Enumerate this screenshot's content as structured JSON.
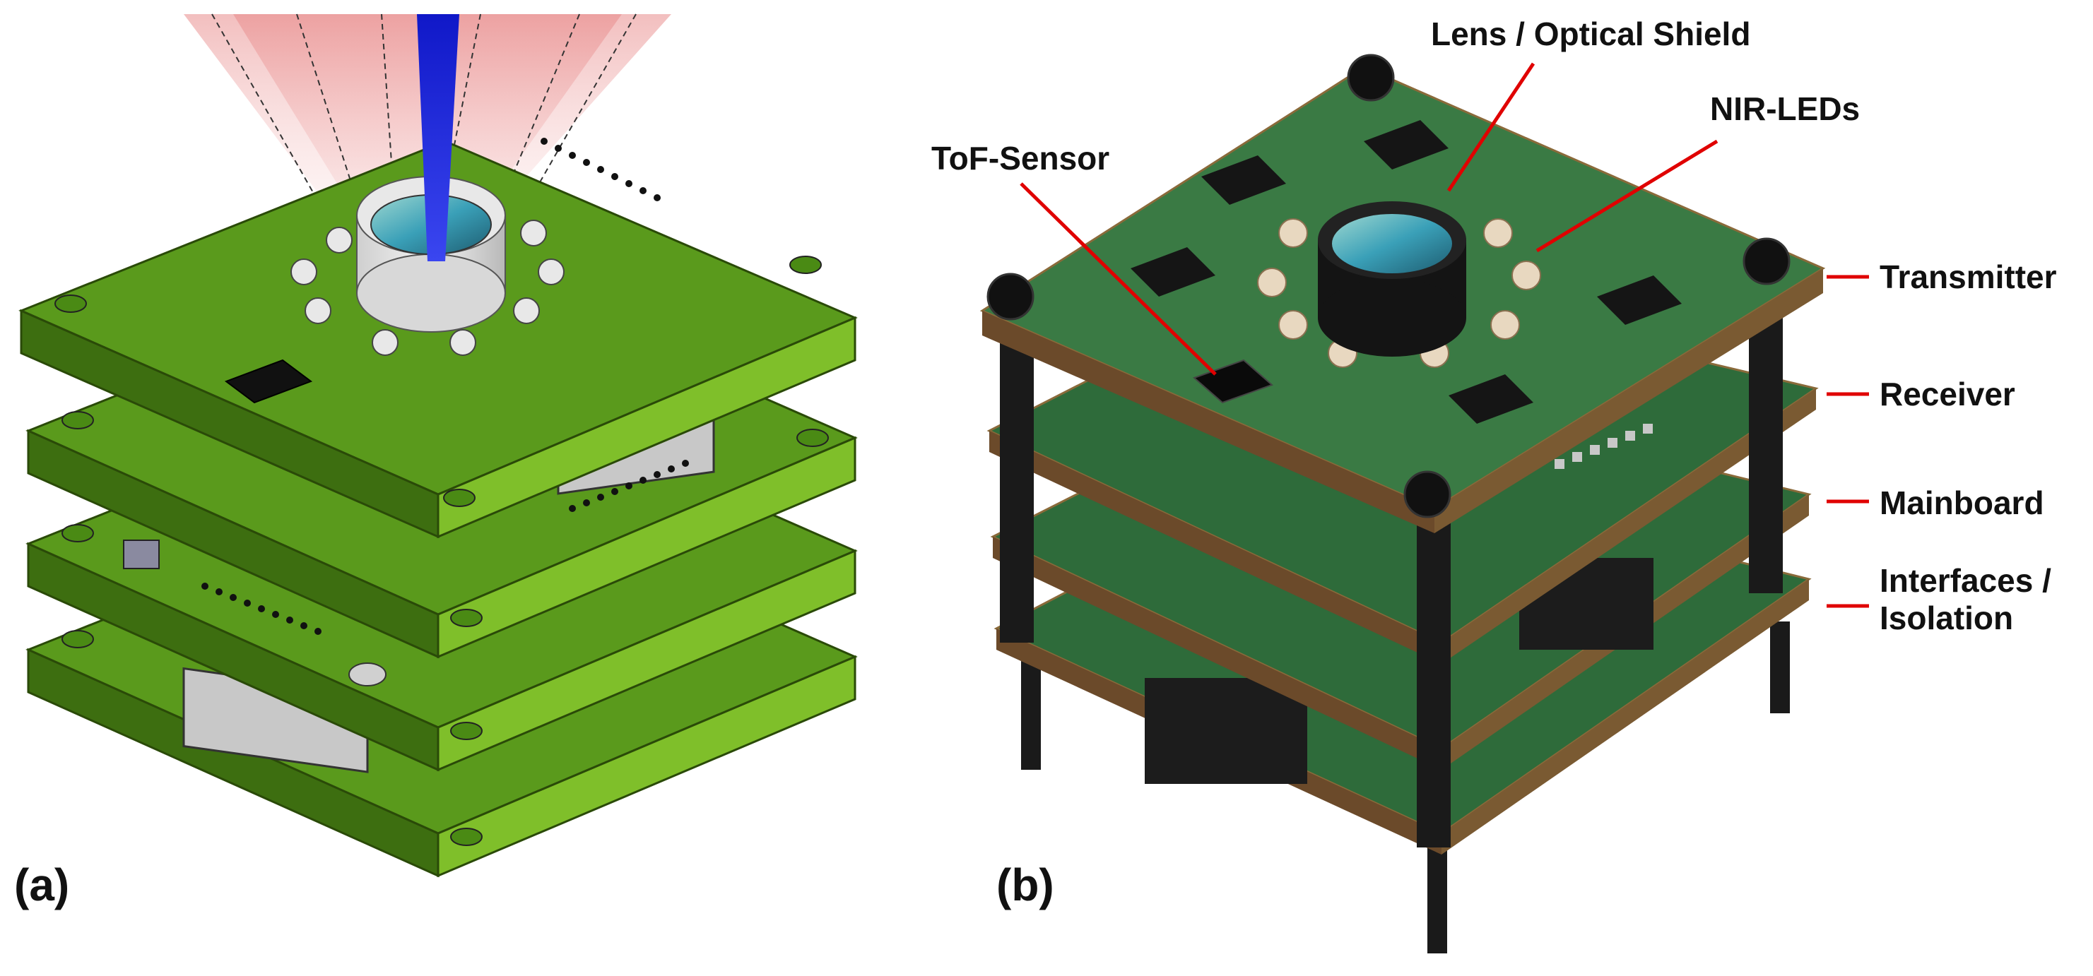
{
  "panels": {
    "a": {
      "label": "(a)"
    },
    "b": {
      "label": "(b)"
    }
  },
  "callouts": {
    "lens": "Lens / Optical Shield",
    "nir_leds": "NIR-LEDs",
    "tof_sensor": "ToF-Sensor",
    "transmitter": "Transmitter",
    "receiver": "Receiver",
    "mainboard": "Mainboard",
    "interfaces": "Interfaces /\nIsolation"
  },
  "colors": {
    "pcb_green": "#5a9a1c",
    "pcb_green_light": "#7fbf2a",
    "pcb_green_dark": "#3d6e10",
    "photo_pcb": "#2e6b3a",
    "callout_line": "#e00000",
    "beam_blue": "#1a20d8",
    "cone_red": "#e87a7a",
    "standoff": "#1a1a1a"
  }
}
